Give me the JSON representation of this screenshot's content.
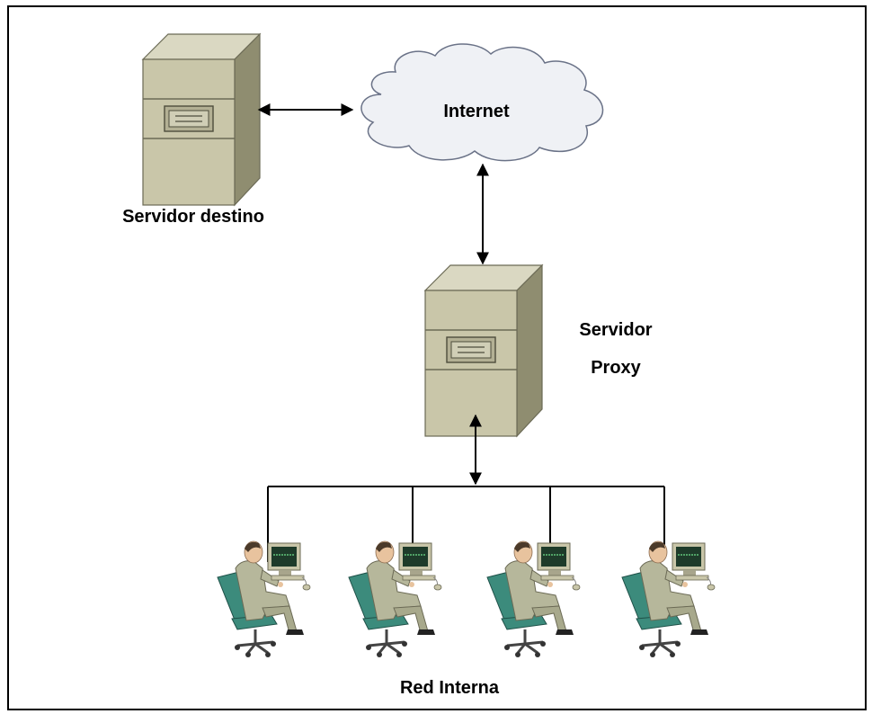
{
  "labels": {
    "internet": "Internet",
    "target_server": "Servidor destino",
    "proxy_line1": "Servidor",
    "proxy_line2": "Proxy",
    "internal_network": "Red Interna"
  },
  "colors": {
    "server_front": "#c9c6a9",
    "server_side": "#8f8d70",
    "server_top": "#dad8c2",
    "cloud_fill": "#eff1f5",
    "cloud_stroke": "#6a7287",
    "chair": "#3c8b7c",
    "person_suit": "#b6b79b",
    "monitor_screen": "#1e3b2a"
  }
}
